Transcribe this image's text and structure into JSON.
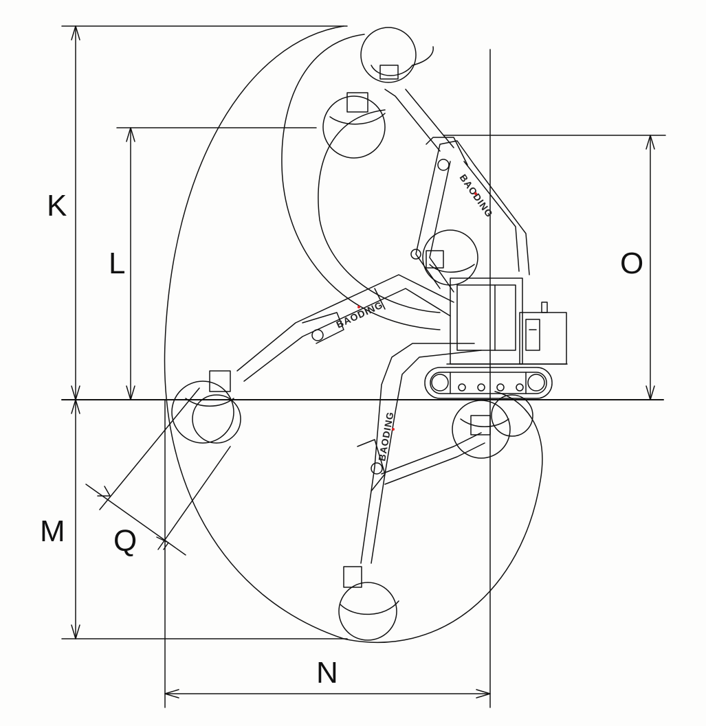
{
  "diagram": {
    "dimension_labels": {
      "k": "K",
      "l": "L",
      "m": "M",
      "n": "N",
      "o": "O",
      "q": "Q"
    },
    "brand_marks": [
      "BAODING",
      "BAODING",
      "BAODING"
    ],
    "colors": {
      "line": "#111111",
      "background": "#fdfdfc",
      "accent": "#dd2222"
    }
  }
}
